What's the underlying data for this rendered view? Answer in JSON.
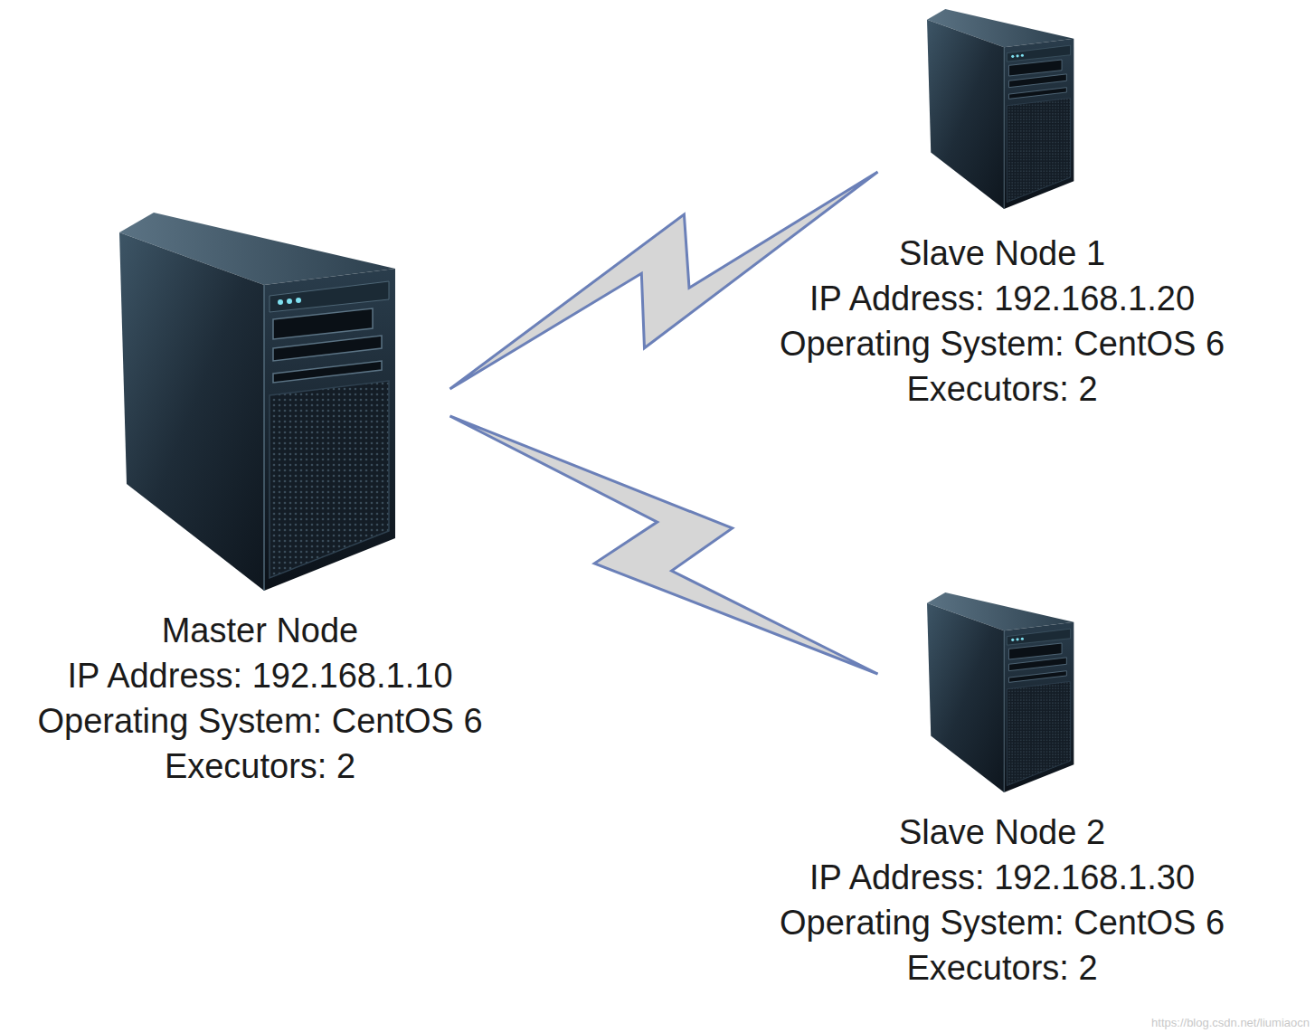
{
  "diagram": {
    "nodes": [
      {
        "text": [
          "Master Node",
          "IP Address: 192.168.1.10",
          "Operating System: CentOS 6",
          "Executors: 2"
        ]
      },
      {
        "text": [
          "Slave Node 1",
          "IP Address: 192.168.1.20",
          "Operating System: CentOS 6",
          "Executors: 2"
        ]
      },
      {
        "text": [
          "Slave Node 2",
          "IP Address: 192.168.1.30",
          "Operating System: CentOS 6",
          "Executors: 2"
        ]
      }
    ],
    "edges": [
      {
        "from": 0,
        "to": 1,
        "arrow": "none"
      },
      {
        "from": 0,
        "to": 2,
        "arrow": "none"
      }
    ],
    "labels": [
      "https://blog.csdn.net/liumiaocn"
    ]
  }
}
